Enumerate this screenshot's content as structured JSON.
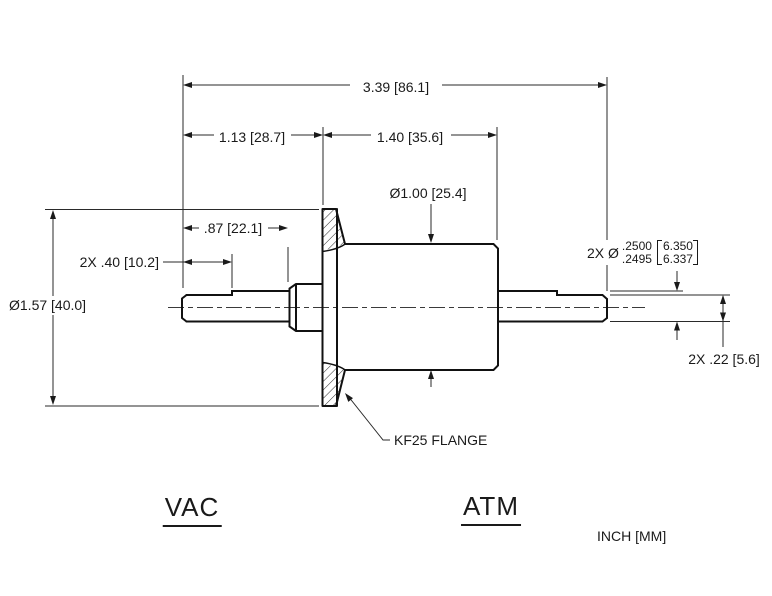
{
  "drawing": {
    "type": "technical-dimension-drawing",
    "part": "rotary feedthrough with KF25 flange",
    "line_color": "#1a1a1a",
    "background": "#ffffff",
    "labels": {
      "vacuum_side": "VAC",
      "atmosphere_side": "ATM",
      "units_note": "INCH [MM]",
      "flange_callout": "KF25 FLANGE"
    },
    "dimensions": {
      "overall_length": "3.39 [86.1]",
      "vac_side_length": "1.13 [28.7]",
      "atm_body_length": "1.40 [35.6]",
      "vac_shaft_length": ".87 [22.1]",
      "shaft_flat_length": "2X .40 [10.2]",
      "flange_diameter": "Ø1.57 [40.0]",
      "body_diameter": "Ø1.00 [25.4]",
      "shaft_flat_height": "2X .22 [5.6]",
      "shaft_diameter_prefix": "2X Ø",
      "shaft_diameter_tol_upper": ".2500",
      "shaft_diameter_tol_lower": ".2495",
      "shaft_diameter_mm_upper": "6.350",
      "shaft_diameter_mm_lower": "6.337"
    }
  }
}
